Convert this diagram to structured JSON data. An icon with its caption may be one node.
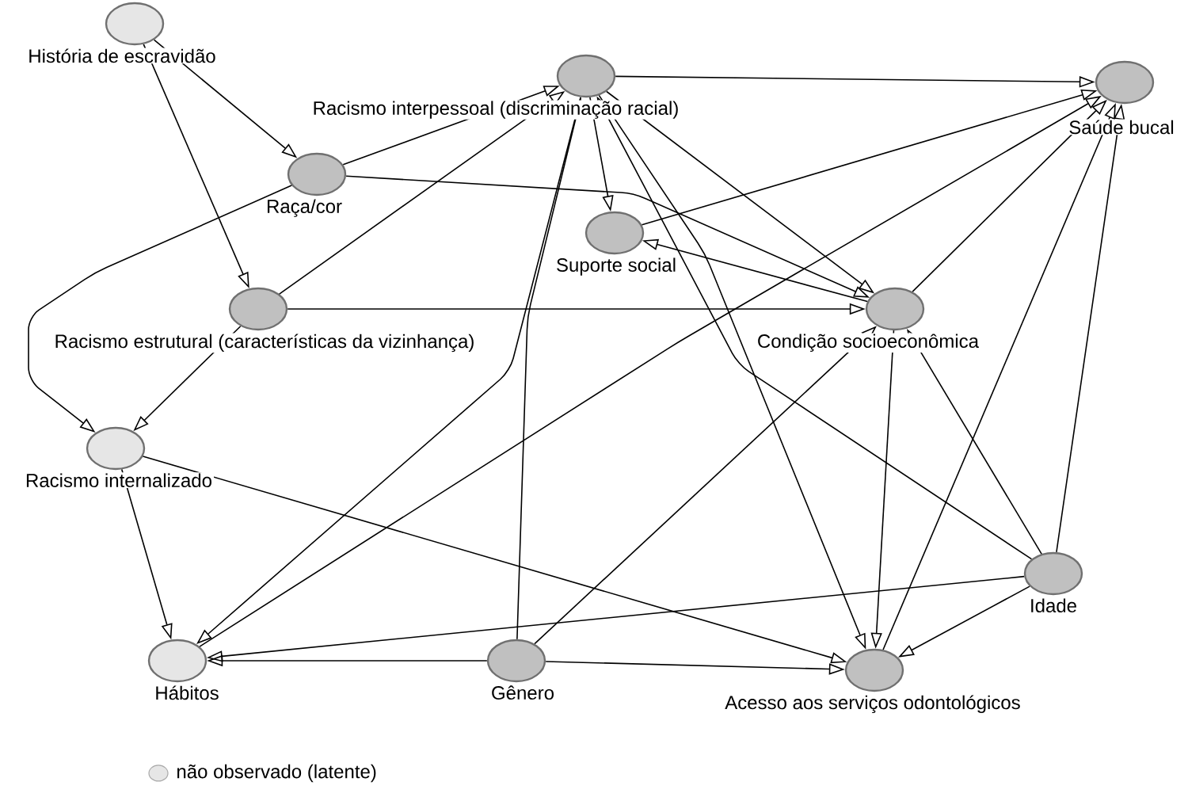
{
  "diagram": {
    "nodes": [
      {
        "text": [
          "História de escravidão"
        ]
      },
      {
        "text": [
          "Raça/cor"
        ]
      },
      {
        "text": [
          "Racismo interpessoal (discriminação racial)"
        ]
      },
      {
        "text": [
          "Saúde bucal"
        ]
      },
      {
        "text": [
          "Suporte social"
        ]
      },
      {
        "text": [
          "Racismo estrutural (características da vizinhança)"
        ]
      },
      {
        "text": [
          "Condição socioeconômica"
        ]
      },
      {
        "text": [
          "Racismo internalizado"
        ]
      },
      {
        "text": [
          "Hábitos"
        ]
      },
      {
        "text": [
          "Gênero"
        ]
      },
      {
        "text": [
          "Idade"
        ]
      },
      {
        "text": [
          "Acesso aos serviços odontológicos"
        ]
      }
    ],
    "edges": [
      {
        "from": 0,
        "to": 1,
        "arrow": "to"
      },
      {
        "from": 0,
        "to": 5,
        "arrow": "to"
      },
      {
        "from": 1,
        "to": 2,
        "arrow": "to"
      },
      {
        "from": 1,
        "to": 6,
        "arrow": "to"
      },
      {
        "from": 1,
        "to": 7,
        "arrow": "to"
      },
      {
        "from": 5,
        "to": 7,
        "arrow": "to"
      },
      {
        "from": 5,
        "to": 2,
        "arrow": "to"
      },
      {
        "from": 5,
        "to": 6,
        "arrow": "to"
      },
      {
        "from": 2,
        "to": 3,
        "arrow": "to"
      },
      {
        "from": 2,
        "to": 4,
        "arrow": "to"
      },
      {
        "from": 2,
        "to": 6,
        "arrow": "to"
      },
      {
        "from": 2,
        "to": 11,
        "arrow": "to"
      },
      {
        "from": 2,
        "to": 8,
        "arrow": "to"
      },
      {
        "from": 10,
        "to": 2,
        "arrow": "to"
      },
      {
        "from": 9,
        "to": 2,
        "arrow": "to"
      },
      {
        "from": 4,
        "to": 3,
        "arrow": "to"
      },
      {
        "from": 6,
        "to": 4,
        "arrow": "to"
      },
      {
        "from": 6,
        "to": 3,
        "arrow": "to"
      },
      {
        "from": 6,
        "to": 11,
        "arrow": "to"
      },
      {
        "from": 9,
        "to": 6,
        "arrow": "to"
      },
      {
        "from": 10,
        "to": 6,
        "arrow": "to"
      },
      {
        "from": 7,
        "to": 8,
        "arrow": "to"
      },
      {
        "from": 7,
        "to": 11,
        "arrow": "to"
      },
      {
        "from": 8,
        "to": 3,
        "arrow": "to"
      },
      {
        "from": 11,
        "to": 3,
        "arrow": "to"
      },
      {
        "from": 10,
        "to": 3,
        "arrow": "to"
      },
      {
        "from": 10,
        "to": 8,
        "arrow": "to"
      },
      {
        "from": 10,
        "to": 11,
        "arrow": "to"
      },
      {
        "from": 9,
        "to": 8,
        "arrow": "to"
      },
      {
        "from": 9,
        "to": 11,
        "arrow": "to"
      }
    ],
    "legend": [
      {
        "text": "não observado (latente)",
        "color": "#e6e6e6"
      }
    ]
  }
}
